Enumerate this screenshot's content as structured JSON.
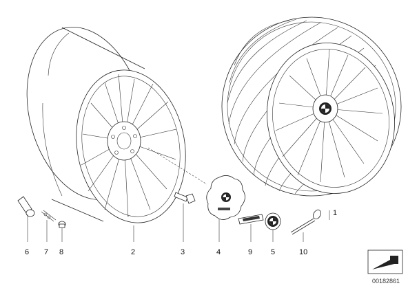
{
  "parts": [
    {
      "id": "part-1",
      "number": "1"
    },
    {
      "id": "part-2",
      "number": "2"
    },
    {
      "id": "part-3",
      "number": "3"
    },
    {
      "id": "part-4",
      "number": "4"
    },
    {
      "id": "part-5",
      "number": "5"
    },
    {
      "id": "part-6",
      "number": "6"
    },
    {
      "id": "part-7",
      "number": "7"
    },
    {
      "id": "part-8",
      "number": "8"
    },
    {
      "id": "part-9",
      "number": "9"
    },
    {
      "id": "part-10",
      "number": "10"
    }
  ],
  "document_number": "00182861"
}
